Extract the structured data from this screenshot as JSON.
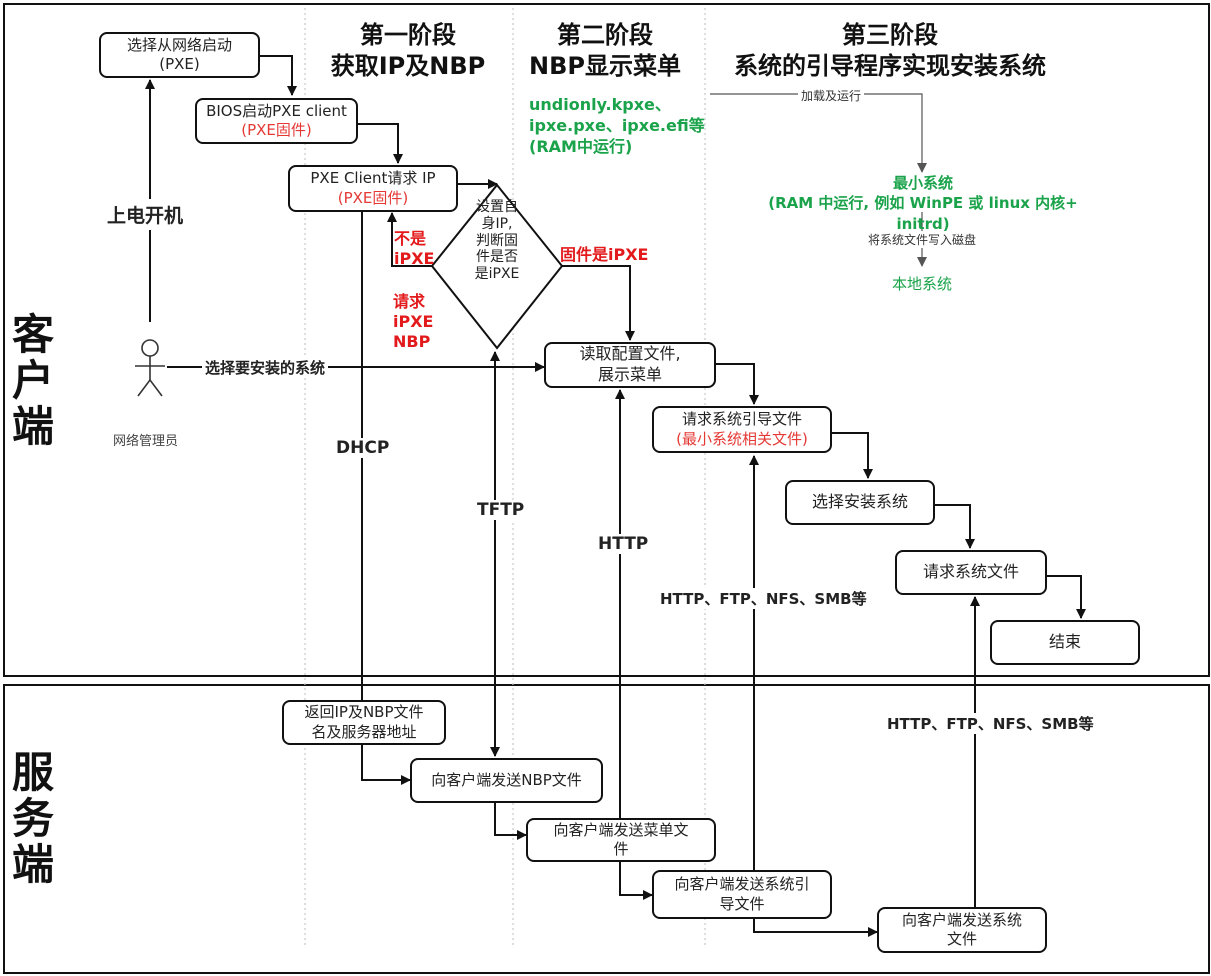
{
  "lanes": {
    "client": "客户端",
    "server": "服务端"
  },
  "phases": {
    "p1": [
      "第一阶段",
      "获取IP及NBP"
    ],
    "p2": [
      "第二阶段",
      "NBP显示菜单"
    ],
    "p3": [
      "第三阶段",
      "系统的引导程序实现安装系统"
    ]
  },
  "boxes": {
    "select_network": [
      "选择从网络启动",
      "(PXE)"
    ],
    "bios_pxe": [
      "BIOS启动PXE client",
      "(PXE固件)"
    ],
    "pxe_request_ip": [
      "PXE Client请求 IP",
      "(PXE固件)"
    ],
    "diamond": "设置自身IP, 判断固件是否是iPXE",
    "read_config": [
      "读取配置文件,",
      "展示菜单"
    ],
    "request_boot": [
      "请求系统引导文件",
      "(最小系统相关文件)"
    ],
    "choose_install": "选择安装系统",
    "request_sys": "请求系统文件",
    "end": "结束",
    "return_ip": [
      "返回IP及NBP文件",
      "名及服务器地址"
    ],
    "send_nbp": "向客户端发送NBP文件",
    "send_menu": [
      "向客户端发送菜单文",
      "件"
    ],
    "send_boot": [
      "向客户端发送系统引",
      "导文件"
    ],
    "send_sys": [
      "向客户端发送系统",
      "文件"
    ]
  },
  "labels": {
    "power_on": "上电开机",
    "admin": "网络管理员",
    "select_system": "选择要安装的系统",
    "not_ipxe": [
      "不是",
      "iPXE"
    ],
    "req_ipxe": [
      "请求",
      "iPXE",
      "NBP"
    ],
    "fw_is_ipxe": "固件是iPXE",
    "dhcp": "DHCP",
    "tftp": "TFTP",
    "http": "HTTP",
    "http_multi_1": "HTTP、FTP、NFS、SMB等",
    "http_multi_2": "HTTP、FTP、NFS、SMB等",
    "nbp_files": [
      "undionly.kpxe、",
      "ipxe.pxe、ipxe.efi等",
      "(RAM中运行)"
    ],
    "load_run": "加载及运行",
    "min_sys": [
      "最小系统",
      "(RAM 中运行, 例如 WinPE 或 linux 内核+ initrd)"
    ],
    "write_disk": "将系统文件写入磁盘",
    "local_sys": "本地系统"
  },
  "colors": {
    "red": "#e31a1c",
    "green": "#1aa34a",
    "line": "#111111",
    "gray": "#888888"
  }
}
